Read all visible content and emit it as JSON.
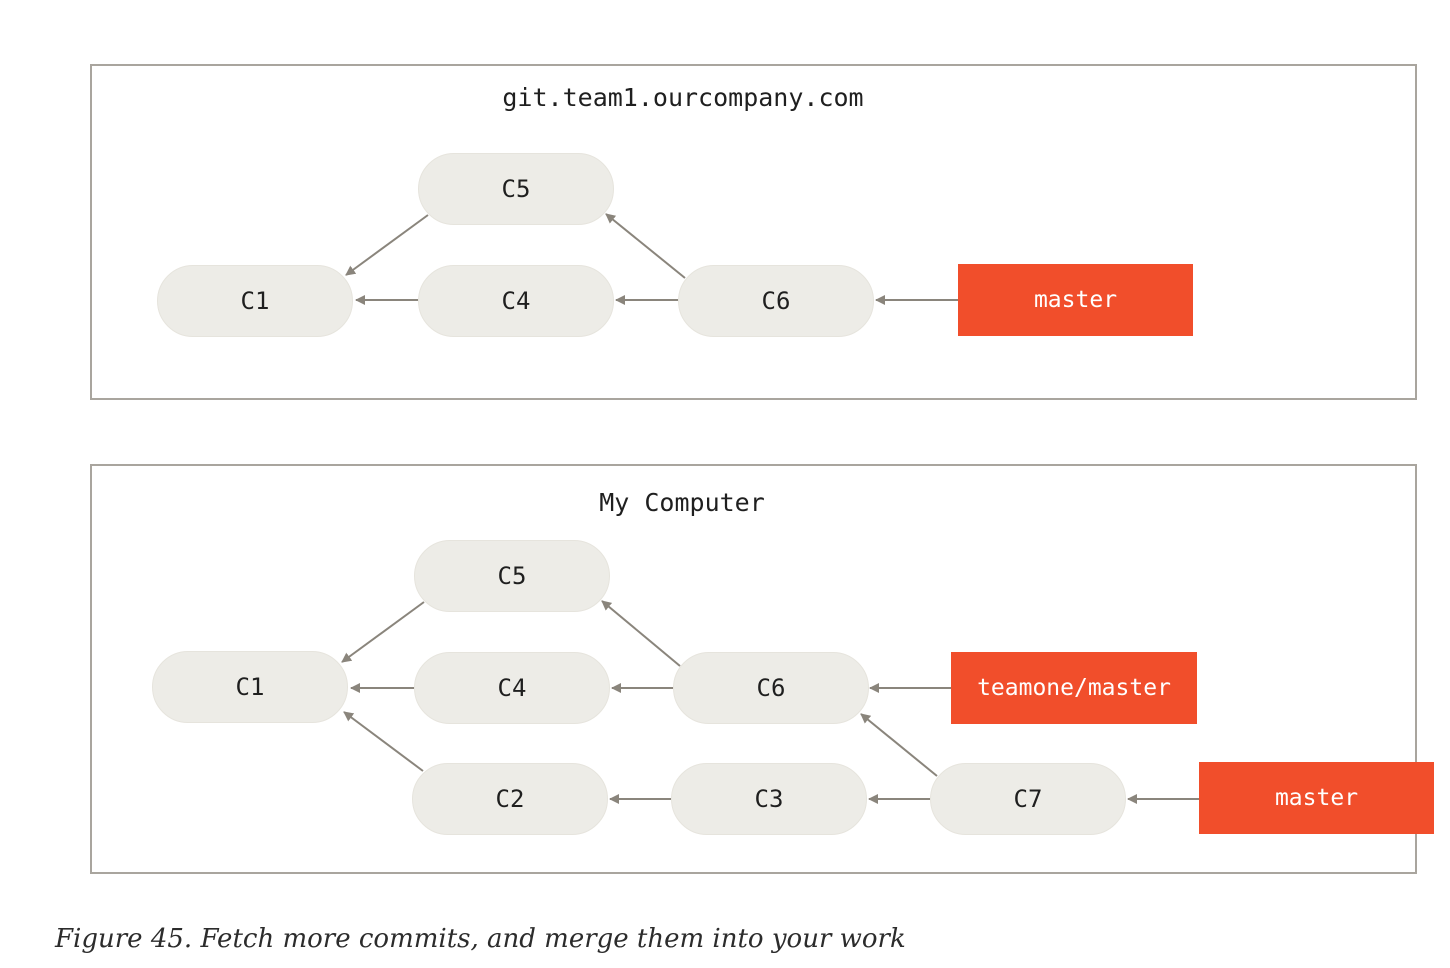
{
  "remote": {
    "title": "git.team1.ourcompany.com",
    "commits": {
      "c1": "C1",
      "c4": "C4",
      "c5": "C5",
      "c6": "C6"
    },
    "branch_master": "master"
  },
  "local": {
    "title": "My Computer",
    "commits": {
      "c1": "C1",
      "c2": "C2",
      "c3": "C3",
      "c4": "C4",
      "c5": "C5",
      "c6": "C6",
      "c7": "C7"
    },
    "branch_teamone_master": "teamone/master",
    "branch_master": "master"
  },
  "colors": {
    "commit_fill": "#edece7",
    "branch_fill": "#f14e2b",
    "arrow": "#8a857c",
    "border": "#a9a59e"
  },
  "caption": "Figure 45. Fetch more commits, and merge them into your work"
}
